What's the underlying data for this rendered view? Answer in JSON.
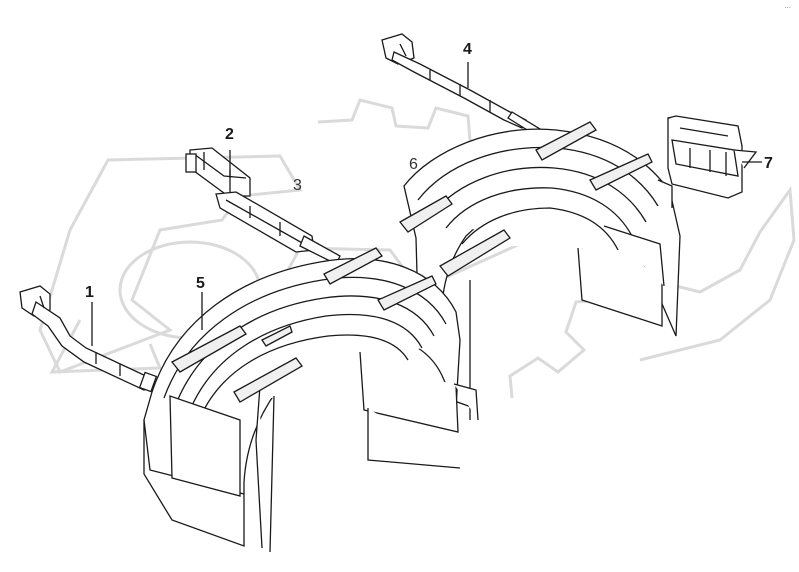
{
  "diagram": {
    "callouts": [
      {
        "id": "1",
        "label": "1"
      },
      {
        "id": "2",
        "label": "2"
      },
      {
        "id": "3",
        "label": "3"
      },
      {
        "id": "4",
        "label": "4"
      },
      {
        "id": "5",
        "label": "5"
      },
      {
        "id": "6",
        "label": "6"
      },
      {
        "id": "7",
        "label": "7"
      }
    ],
    "corner_mark": "...",
    "colors": {
      "line": "#1a1a1a",
      "watermark": "#dadada",
      "background": "#ffffff"
    }
  }
}
